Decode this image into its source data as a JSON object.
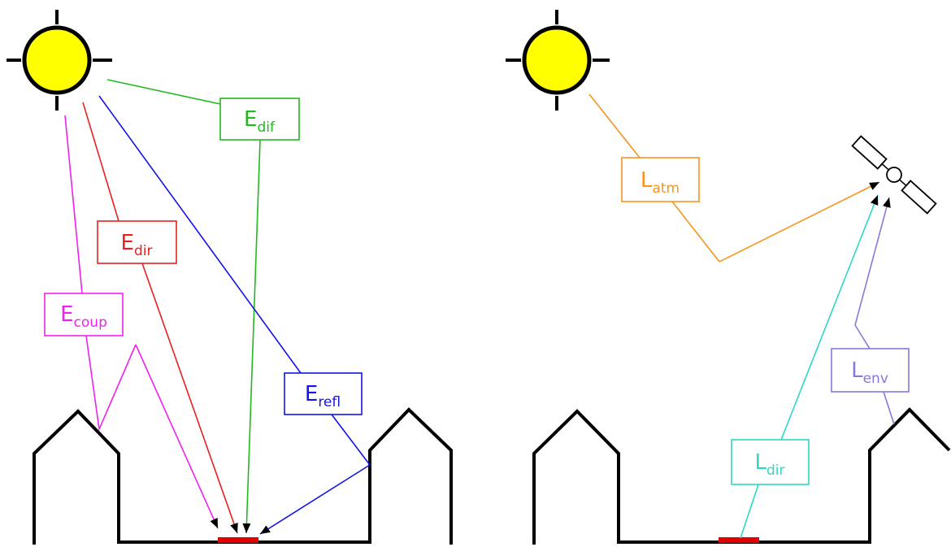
{
  "colors": {
    "sun_fill": "#ffff00",
    "outline": "#000000",
    "target": "#e00000",
    "e_dif": "#22b822",
    "e_dir": "#e8201e",
    "e_refl": "#1414e6",
    "e_coup": "#ee22ee",
    "l_atm": "#f7941d",
    "l_dir": "#2ed8c2",
    "l_env": "#8878dc"
  },
  "left_panel": {
    "labels": {
      "e_dif": {
        "main": "E",
        "sub": "dif"
      },
      "e_dir": {
        "main": "E",
        "sub": "dir"
      },
      "e_coup": {
        "main": "E",
        "sub": "coup"
      },
      "e_refl": {
        "main": "E",
        "sub": "refl"
      }
    }
  },
  "right_panel": {
    "labels": {
      "l_atm": {
        "main": "L",
        "sub": "atm"
      },
      "l_dir": {
        "main": "L",
        "sub": "dir"
      },
      "l_env": {
        "main": "L",
        "sub": "env"
      }
    }
  }
}
